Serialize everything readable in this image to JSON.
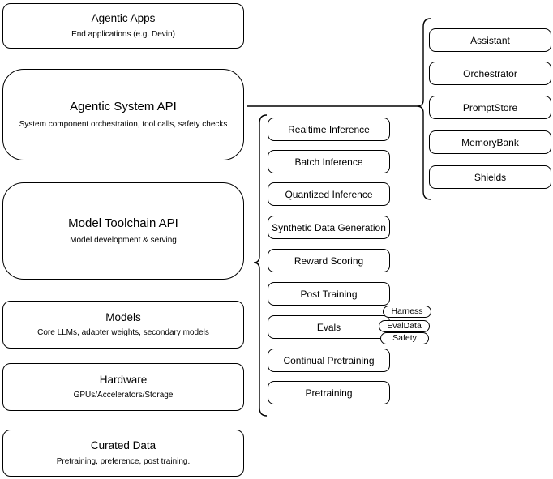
{
  "layers": [
    {
      "title": "Agentic Apps",
      "subtitle": "End applications (e.g. Devin)"
    },
    {
      "title": "Agentic System API",
      "subtitle": "System component orchestration, tool calls, safety checks"
    },
    {
      "title": "Model Toolchain API",
      "subtitle": "Model development & serving"
    },
    {
      "title": "Models",
      "subtitle": "Core LLMs, adapter weights, secondary models"
    },
    {
      "title": "Hardware",
      "subtitle": "GPUs/Accelerators/Storage"
    },
    {
      "title": "Curated Data",
      "subtitle": "Pretraining, preference, post training."
    }
  ],
  "toolchain_apis": [
    "Realtime Inference",
    "Batch Inference",
    "Quantized Inference",
    "Synthetic Data Generation",
    "Reward Scoring",
    "Post Training",
    "Evals",
    "Continual Pretraining",
    "Pretraining"
  ],
  "eval_tags": [
    "Harness",
    "EvalData",
    "Safety"
  ],
  "system_components": [
    "Assistant",
    "Orchestrator",
    "PromptStore",
    "MemoryBank",
    "Shields"
  ],
  "colors": {
    "stroke": "#000000",
    "fill": "#ffffff",
    "text": "#000000"
  }
}
